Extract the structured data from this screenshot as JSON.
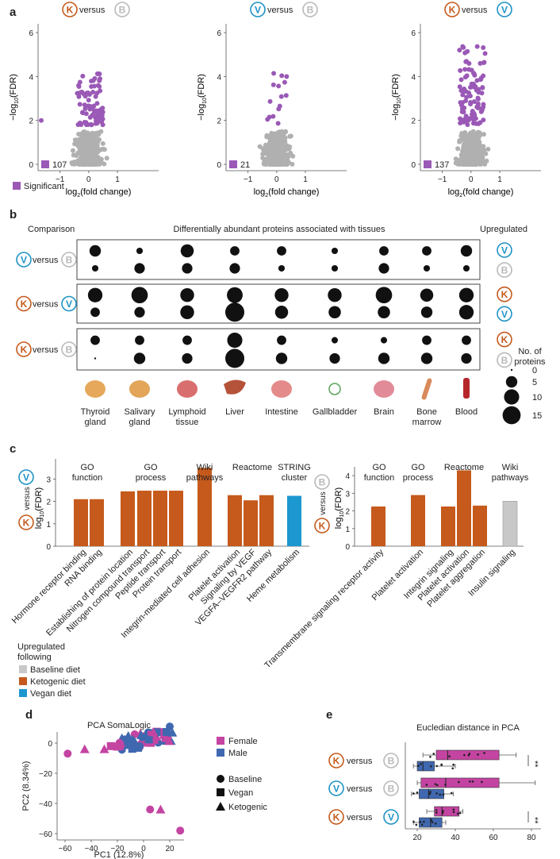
{
  "colors": {
    "keto": "#c55a1c",
    "vegan": "#1f93c6",
    "baseline": "#b9b9b9",
    "significant": "#9a59b6",
    "grey_points": "#b0b0b0",
    "female": "#c444a2",
    "male": "#3f68b0",
    "string_bar": "#1d97cf",
    "keto_bar": "#c55a1c",
    "baseline_bar": "#c8c8c8"
  },
  "panel_labels": {
    "a": "a",
    "b": "b",
    "c": "c",
    "d": "d",
    "e": "e"
  },
  "badges": {
    "K": "K",
    "V": "V",
    "B": "B"
  },
  "versus": "versus",
  "panel_a": {
    "yaxis_main": "−log",
    "yaxis_sub": "10",
    "yaxis_rest": "(FDR)",
    "xaxis_main": "log",
    "xaxis_sub": "2",
    "xaxis_rest": "(fold change)",
    "legend_significant": "Significant",
    "plots": [
      {
        "left": "K",
        "right": "B",
        "count": "107",
        "yticks": [
          "6",
          "4",
          "2",
          "0"
        ],
        "xticks": [
          "−1",
          "0",
          "1"
        ]
      },
      {
        "left": "V",
        "right": "B",
        "count": "21",
        "yticks": [
          "6",
          "4",
          "2",
          "0"
        ],
        "xticks": [
          "−1",
          "0",
          "1"
        ]
      },
      {
        "left": "K",
        "right": "V",
        "count": "137",
        "yticks": [
          "6",
          "4",
          "2",
          "0"
        ],
        "xticks": [
          "−1",
          "0",
          "1"
        ]
      }
    ]
  },
  "panel_b": {
    "col_comparison": "Comparison",
    "col_title": "Differentially abundant proteins associated with tissues",
    "col_upregulated": "Upregulated",
    "tissues": [
      "Thyroid gland",
      "Salivary gland",
      "Lymphoid tissue",
      "Liver",
      "Intestine",
      "Gallbladder",
      "Brain",
      "Bone marrow",
      "Blood"
    ],
    "tissue_lines": [
      [
        "Thyroid",
        "gland"
      ],
      [
        "Salivary",
        "gland"
      ],
      [
        "Lymphoid",
        "tissue"
      ],
      [
        "Liver"
      ],
      [
        "Intestine"
      ],
      [
        "Gallbladder"
      ],
      [
        "Brain"
      ],
      [
        "Bone",
        "marrow"
      ],
      [
        "Blood"
      ]
    ],
    "comparisons": [
      {
        "left": "V",
        "right": "B",
        "up": [
          "V",
          "B"
        ],
        "rows": [
          [
            5,
            1,
            7,
            3,
            3,
            1,
            3,
            3,
            5
          ],
          [
            1,
            4,
            4,
            4,
            1,
            1,
            4,
            1,
            1
          ]
        ]
      },
      {
        "left": "K",
        "right": "V",
        "up": [
          "K",
          "V"
        ],
        "rows": [
          [
            9,
            12,
            8,
            11,
            8,
            8,
            12,
            7,
            9
          ],
          [
            3,
            4,
            8,
            17,
            7,
            6,
            6,
            5,
            9
          ]
        ]
      },
      {
        "left": "K",
        "right": "B",
        "up": [
          "K",
          "B"
        ],
        "rows": [
          [
            3,
            3,
            3,
            10,
            3,
            1,
            1,
            3,
            3
          ],
          [
            0,
            5,
            4,
            17,
            5,
            4,
            5,
            5,
            4
          ]
        ]
      }
    ],
    "legend_title_1": "No. of",
    "legend_title_2": "proteins",
    "legend_values": [
      "0",
      "5",
      "10",
      "15"
    ]
  },
  "panel_c": {
    "ylabel_main": "log",
    "ylabel_sub": "10",
    "ylabel_rest": "(FDR)",
    "left_ylabel_side": "versus",
    "left": {
      "groups": [
        "GO function",
        "GO process",
        "Wiki pathways",
        "Reactome",
        "STRING cluster"
      ],
      "group_lines": [
        [
          "GO",
          "function"
        ],
        [
          "GO",
          "process"
        ],
        [
          "Wiki",
          "pathways"
        ],
        [
          "Reactome"
        ],
        [
          "STRING",
          "cluster"
        ]
      ],
      "yticks": [
        "3",
        "2",
        "1",
        "0"
      ],
      "bars": [
        {
          "label": "Hormone receptor binding",
          "value": 2.1,
          "type": "keto"
        },
        {
          "label": "RNA binding",
          "value": 2.1,
          "type": "keto"
        },
        {
          "label": "Establishing of protein location",
          "value": 2.45,
          "type": "keto"
        },
        {
          "label": "Nitrogen compound transport",
          "value": 2.48,
          "type": "keto"
        },
        {
          "label": "Peptide transport",
          "value": 2.48,
          "type": "keto"
        },
        {
          "label": "Protein transport",
          "value": 2.48,
          "type": "keto"
        },
        {
          "label": "Integrin-mediated cell adhesion",
          "value": 3.5,
          "type": "keto"
        },
        {
          "label": "Platelet activation",
          "value": 2.28,
          "type": "keto"
        },
        {
          "label": "Signaling by VEGF",
          "value": 2.05,
          "type": "keto"
        },
        {
          "label": "VEGFA–VEGFR2 pathway",
          "value": 2.28,
          "type": "keto"
        },
        {
          "label": "Heme metabolism",
          "value": 2.25,
          "type": "vegan"
        }
      ]
    },
    "right": {
      "groups": [
        "GO function",
        "GO process",
        "Reactome",
        "Wiki pathways"
      ],
      "group_lines": [
        [
          "GO",
          "function"
        ],
        [
          "GO",
          "process"
        ],
        [
          "Reactome"
        ],
        [
          "Wiki",
          "pathways"
        ]
      ],
      "yticks": [
        "4",
        "3",
        "2",
        "1",
        "0"
      ],
      "bars": [
        {
          "label": "Transmembrane signaling receptor activity",
          "value": 2.25,
          "type": "keto"
        },
        {
          "label": "Platelet activation",
          "value": 2.9,
          "type": "keto"
        },
        {
          "label": "Integrin signaling",
          "value": 2.25,
          "type": "keto"
        },
        {
          "label": "Platelet activation",
          "value": 4.3,
          "type": "keto"
        },
        {
          "label": "Platelet aggregation",
          "value": 2.3,
          "type": "keto"
        },
        {
          "label": "Insulin signaling",
          "value": 2.55,
          "type": "baseline"
        }
      ]
    },
    "legend_title_1": "Upregulated",
    "legend_title_2": "following",
    "legend": [
      {
        "label": "Baseline diet",
        "type": "baseline"
      },
      {
        "label": "Ketogenic diet",
        "type": "keto"
      },
      {
        "label": "Vegan diet",
        "type": "vegan"
      }
    ]
  },
  "panel_d": {
    "title": "PCA SomaLogic",
    "xlabel": "PC1 (12.8%)",
    "ylabel": "PC2 (8.34%)",
    "xticks": [
      "−60",
      "−40",
      "−20",
      "0",
      "20"
    ],
    "yticks": [
      "0",
      "−20",
      "−40",
      "−60"
    ],
    "legend_sex": [
      "Female",
      "Male"
    ],
    "legend_diet": [
      "Baseline",
      "Vegan",
      "Ketogenic"
    ]
  },
  "panel_e": {
    "title": "Eucledian distance in PCA",
    "xticks": [
      "20",
      "40",
      "60",
      "80"
    ],
    "significance": [
      "**",
      "**"
    ],
    "rows": [
      {
        "left": "K",
        "right": "B",
        "female_box": [
          30,
          63
        ],
        "female_median": 36,
        "female_whisker": [
          23,
          72
        ],
        "male_box": [
          20,
          29
        ],
        "male_median": 23,
        "male_whisker": [
          18,
          40
        ]
      },
      {
        "left": "V",
        "right": "B",
        "female_box": [
          22,
          63
        ],
        "female_median": 35,
        "female_whisker": [
          20,
          82
        ],
        "male_box": [
          21,
          34
        ],
        "male_median": 26,
        "male_whisker": [
          17,
          39
        ]
      },
      {
        "left": "K",
        "right": "V",
        "female_box": [
          29,
          42
        ],
        "female_median": 33,
        "female_whisker": [
          25,
          44
        ],
        "male_box": [
          21,
          33
        ],
        "male_median": 27,
        "male_whisker": [
          18,
          35
        ]
      }
    ]
  }
}
